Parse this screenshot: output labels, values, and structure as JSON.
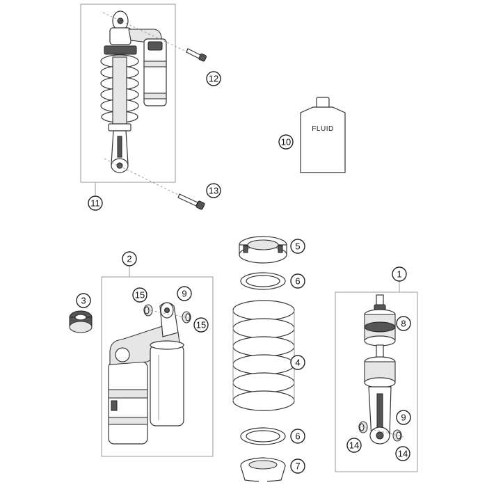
{
  "callouts": {
    "c1": "1",
    "c2": "2",
    "c3": "3",
    "c4": "4",
    "c5": "5",
    "c6a": "6",
    "c6b": "6",
    "c7": "7",
    "c8": "8",
    "c9a": "9",
    "c9b": "9",
    "c10": "10",
    "c11": "11",
    "c12": "12",
    "c13": "13",
    "c14a": "14",
    "c14b": "14",
    "c15a": "15",
    "c15b": "15"
  },
  "fluid_container": {
    "label": "FLUID"
  }
}
